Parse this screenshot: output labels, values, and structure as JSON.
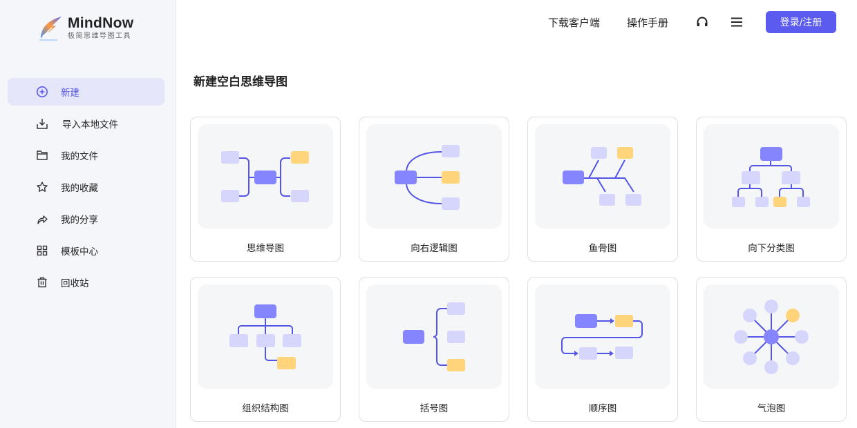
{
  "brand": {
    "name": "MindNow",
    "tagline": "极简思维导图工具"
  },
  "sidebar": {
    "items": [
      {
        "label": "新建",
        "icon": "plus-circle-icon",
        "active": true
      },
      {
        "label": "导入本地文件",
        "icon": "import-icon",
        "active": false
      },
      {
        "label": "我的文件",
        "icon": "folder-icon",
        "active": false
      },
      {
        "label": "我的收藏",
        "icon": "star-icon",
        "active": false
      },
      {
        "label": "我的分享",
        "icon": "share-icon",
        "active": false
      },
      {
        "label": "模板中心",
        "icon": "template-grid-icon",
        "active": false
      },
      {
        "label": "回收站",
        "icon": "trash-icon",
        "active": false
      }
    ]
  },
  "header": {
    "download_client": "下载客户端",
    "manual": "操作手册",
    "support_icon": "headset-icon",
    "menu_icon": "hamburger-menu-icon",
    "login_label": "登录/注册"
  },
  "main": {
    "section_title": "新建空白思维导图",
    "templates": [
      {
        "label": "思维导图",
        "preview": "mind-map"
      },
      {
        "label": "向右逻辑图",
        "preview": "right-logic"
      },
      {
        "label": "鱼骨图",
        "preview": "fishbone"
      },
      {
        "label": "向下分类图",
        "preview": "down-classification"
      },
      {
        "label": "组织结构图",
        "preview": "org-chart"
      },
      {
        "label": "括号图",
        "preview": "bracket"
      },
      {
        "label": "顺序图",
        "preview": "sequence"
      },
      {
        "label": "气泡图",
        "preview": "bubble"
      }
    ]
  },
  "colors": {
    "accent": "#5b5bef",
    "active_bg": "#e6e6fa",
    "node_main": "#8585ff",
    "node_light": "#d6d6fd",
    "node_highlight": "#ffd47a",
    "line": "#5454e6",
    "preview_bg": "#f5f6f8",
    "sidebar_bg": "#f5f6fa"
  }
}
